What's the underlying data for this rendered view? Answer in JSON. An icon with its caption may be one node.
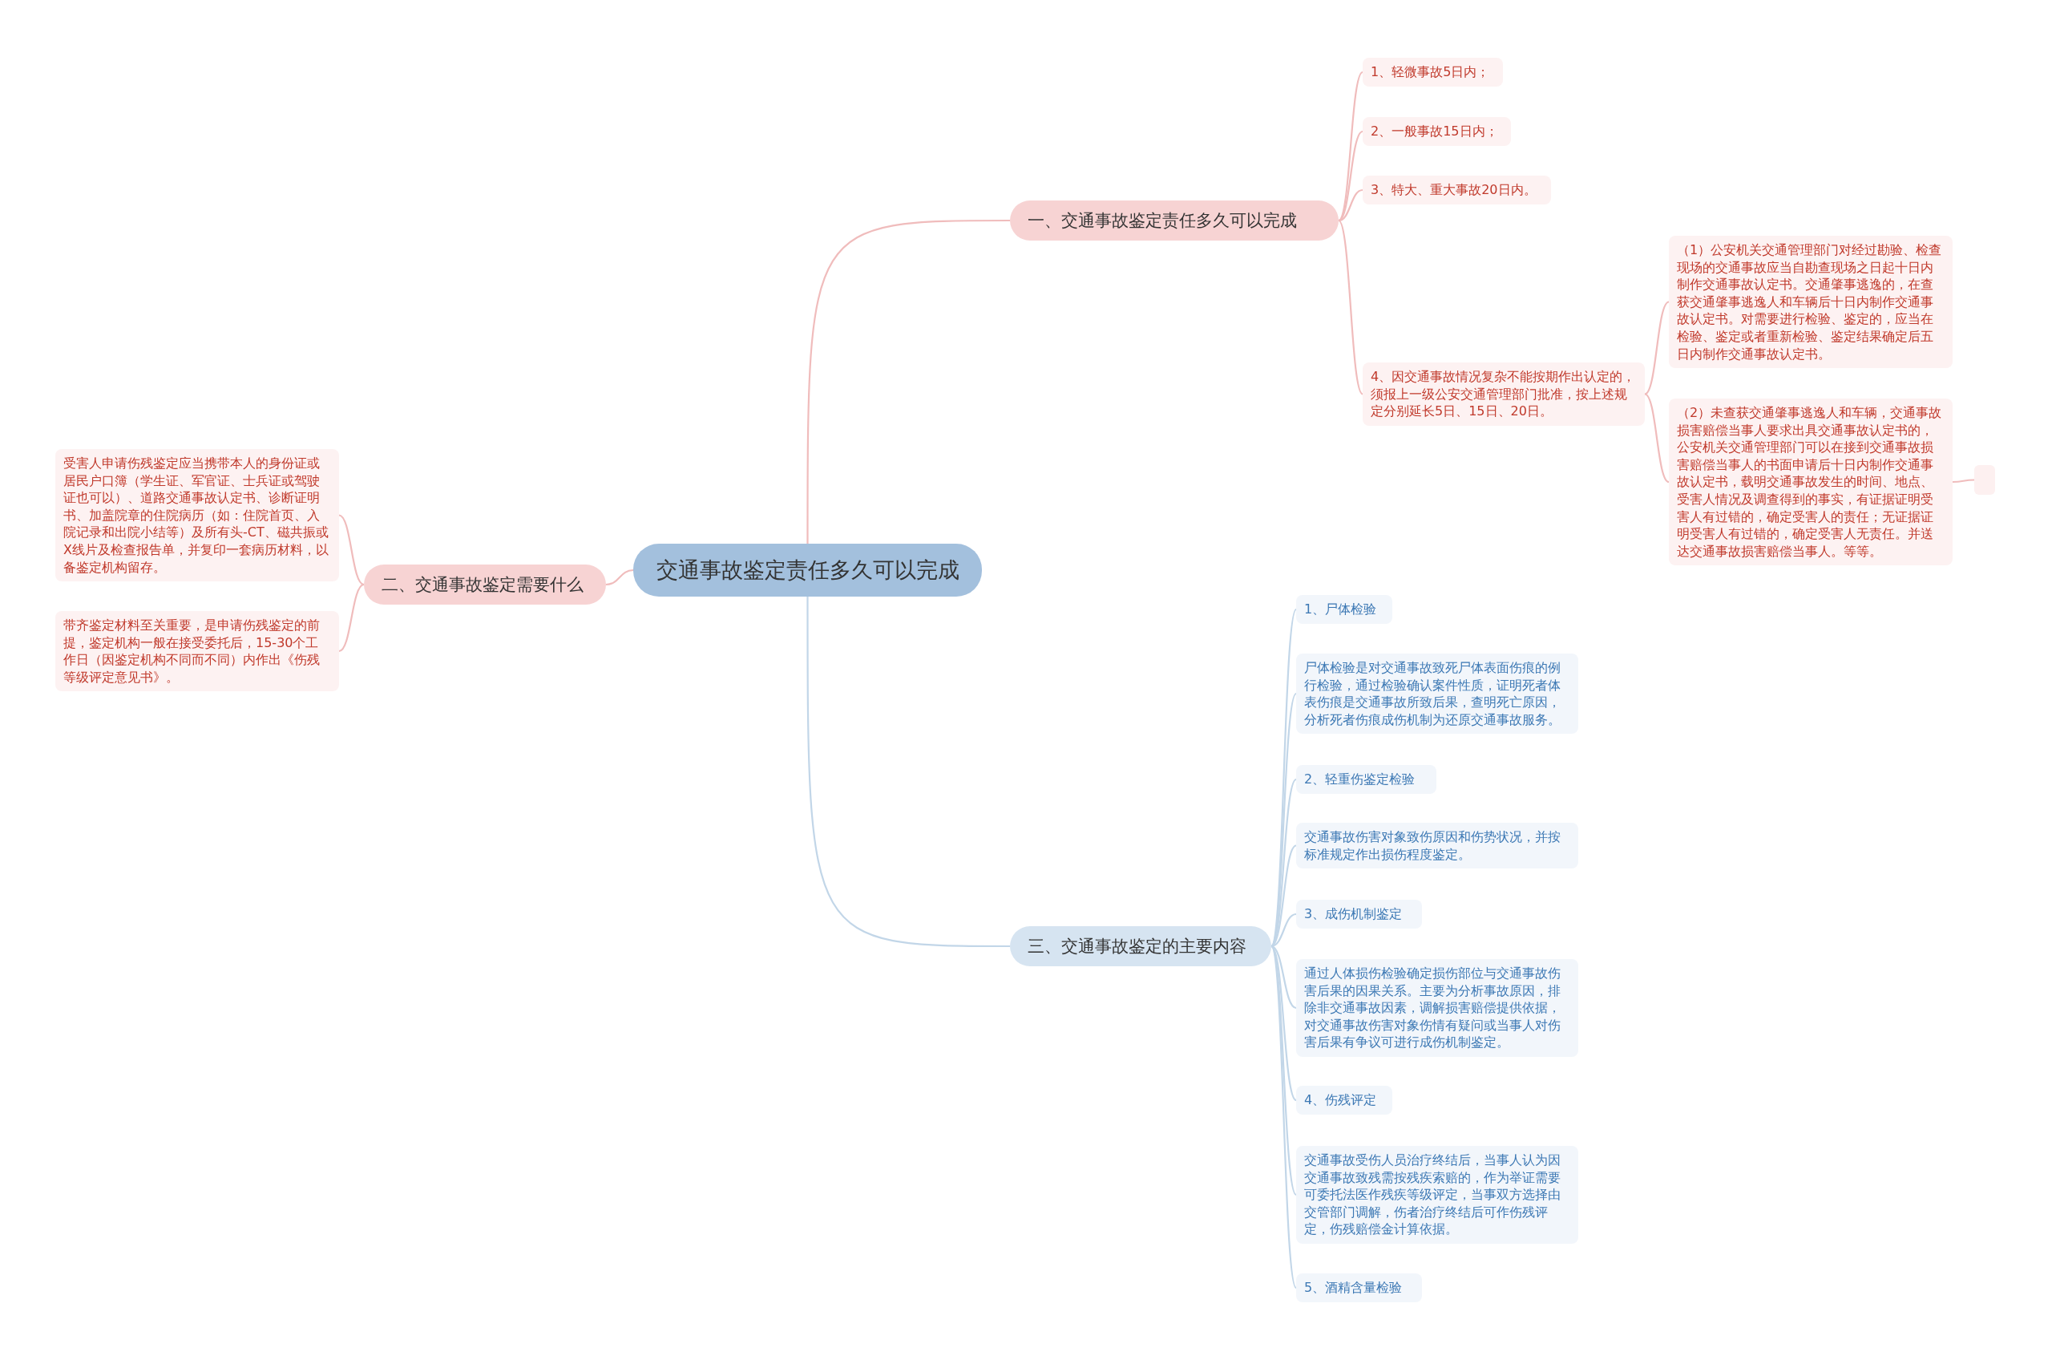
{
  "diagram": {
    "nodes": [
      {
        "text": [
          "交通事故鉴定责任多久可以完成"
        ]
      },
      {
        "text": [
          "一、交通事故鉴定责任多久可以完成"
        ]
      },
      {
        "text": [
          "1、轻微事故5日内；"
        ]
      },
      {
        "text": [
          "2、一般事故15日内；"
        ]
      },
      {
        "text": [
          "3、特大、重大事故20日内。"
        ]
      },
      {
        "text": [
          "4、因交通事故情况复杂不能按期作出认定的，须报上一级公安交通管理部门批准，按上述规定分别延长5日、15日、20日。"
        ]
      },
      {
        "text": [
          "（1）公安机关交通管理部门对经过勘验、检查现场的交通事故应当自勘查现场之日起十日内制作交通事故认定书。交通肇事逃逸的，在查获交通肇事逃逸人和车辆后十日内制作交通事故认定书。对需要进行检验、鉴定的，应当在检验、鉴定或者重新检验、鉴定结果确定后五日内制作交通事故认定书。"
        ]
      },
      {
        "text": [
          "（2）未查获交通肇事逃逸人和车辆，交通事故损害赔偿当事人要求出具交通事故认定书的，公安机关交通管理部门可以在接到交通事故损害赔偿当事人的书面申请后十日内制作交通事故认定书，载明交通事故发生的时间、地点、受害人情况及调查得到的事实，有证据证明受害人有过错的，确定受害人的责任；无证据证明受害人有过错的，确定受害人无责任。并送达交通事故损害赔偿当事人。等等。"
        ]
      },
      {
        "text": [],
        "shape": "box"
      },
      {
        "text": [
          "二、交通事故鉴定需要什么"
        ]
      },
      {
        "text": [
          "受害人申请伤残鉴定应当携带本人的身份证或居民户口簿（学生证、军官证、士兵证或驾驶证也可以）、道路交通事故认定书、诊断证明书、加盖院章的住院病历（如：住院首页、入院记录和出院小结等）及所有头-CT、磁共振或X线片及检查报告单，并复印一套病历材料，以备鉴定机构留存。"
        ]
      },
      {
        "text": [
          "带齐鉴定材料至关重要，是申请伤残鉴定的前提，鉴定机构一般在接受委托后，15-30个工作日（因鉴定机构不同而不同）内作出《伤残等级评定意见书》。"
        ]
      },
      {
        "text": [
          "三、交通事故鉴定的主要内容"
        ]
      },
      {
        "text": [
          "1、尸体检验"
        ]
      },
      {
        "text": [
          "尸体检验是对交通事故致死尸体表面伤痕的例行检验，通过检验确认案件性质，证明死者体表伤痕是交通事故所致后果，查明死亡原因，分析死者伤痕成伤机制为还原交通事故服务。"
        ]
      },
      {
        "text": [
          "2、轻重伤鉴定检验"
        ]
      },
      {
        "text": [
          "交通事故伤害对象致伤原因和伤势状况，并按标准规定作出损伤程度鉴定。"
        ]
      },
      {
        "text": [
          "3、成伤机制鉴定"
        ]
      },
      {
        "text": [
          "通过人体损伤检验确定损伤部位与交通事故伤害后果的因果关系。主要为分析事故原因，排除非交通事故因素，调解损害赔偿提供依据，对交通事故伤害对象伤情有疑问或当事人对伤害后果有争议可进行成伤机制鉴定。"
        ]
      },
      {
        "text": [
          "4、伤残评定"
        ]
      },
      {
        "text": [
          "交通事故受伤人员治疗终结后，当事人认为因交通事故致残需按残疾索赔的，作为举证需要可委托法医作残疾等级评定，当事双方选择由交管部门调解，伤者治疗终结后可作伤残评定，伤残赔偿金计算依据。"
        ]
      },
      {
        "text": [
          "5、酒精含量检验"
        ]
      }
    ],
    "edges": [
      {
        "from": 0,
        "to": 1,
        "arrow": "none",
        "color": "#f0bcbc"
      },
      {
        "from": 0,
        "to": 9,
        "arrow": "none",
        "color": "#f0bcbc"
      },
      {
        "from": 0,
        "to": 12,
        "arrow": "none",
        "color": "#c2d6e8"
      },
      {
        "from": 1,
        "to": 2,
        "arrow": "none",
        "color": "#f0bcbc"
      },
      {
        "from": 1,
        "to": 3,
        "arrow": "none",
        "color": "#f0bcbc"
      },
      {
        "from": 1,
        "to": 4,
        "arrow": "none",
        "color": "#f0bcbc"
      },
      {
        "from": 1,
        "to": 5,
        "arrow": "none",
        "color": "#f0bcbc"
      },
      {
        "from": 5,
        "to": 6,
        "arrow": "none",
        "color": "#f0bcbc"
      },
      {
        "from": 5,
        "to": 7,
        "arrow": "none",
        "color": "#f0bcbc"
      },
      {
        "from": 7,
        "to": 8,
        "arrow": "none",
        "color": "#f0bcbc"
      },
      {
        "from": 9,
        "to": 10,
        "arrow": "none",
        "color": "#f0bcbc"
      },
      {
        "from": 9,
        "to": 11,
        "arrow": "none",
        "color": "#f0bcbc"
      },
      {
        "from": 12,
        "to": 13,
        "arrow": "none",
        "color": "#c2d6e8"
      },
      {
        "from": 12,
        "to": 14,
        "arrow": "none",
        "color": "#c2d6e8"
      },
      {
        "from": 12,
        "to": 15,
        "arrow": "none",
        "color": "#c2d6e8"
      },
      {
        "from": 12,
        "to": 16,
        "arrow": "none",
        "color": "#c2d6e8"
      },
      {
        "from": 12,
        "to": 17,
        "arrow": "none",
        "color": "#c2d6e8"
      },
      {
        "from": 12,
        "to": 18,
        "arrow": "none",
        "color": "#c2d6e8"
      },
      {
        "from": 12,
        "to": 19,
        "arrow": "none",
        "color": "#c2d6e8"
      },
      {
        "from": 12,
        "to": 20,
        "arrow": "none",
        "color": "#c2d6e8"
      },
      {
        "from": 12,
        "to": 21,
        "arrow": "none",
        "color": "#c2d6e8"
      }
    ]
  }
}
